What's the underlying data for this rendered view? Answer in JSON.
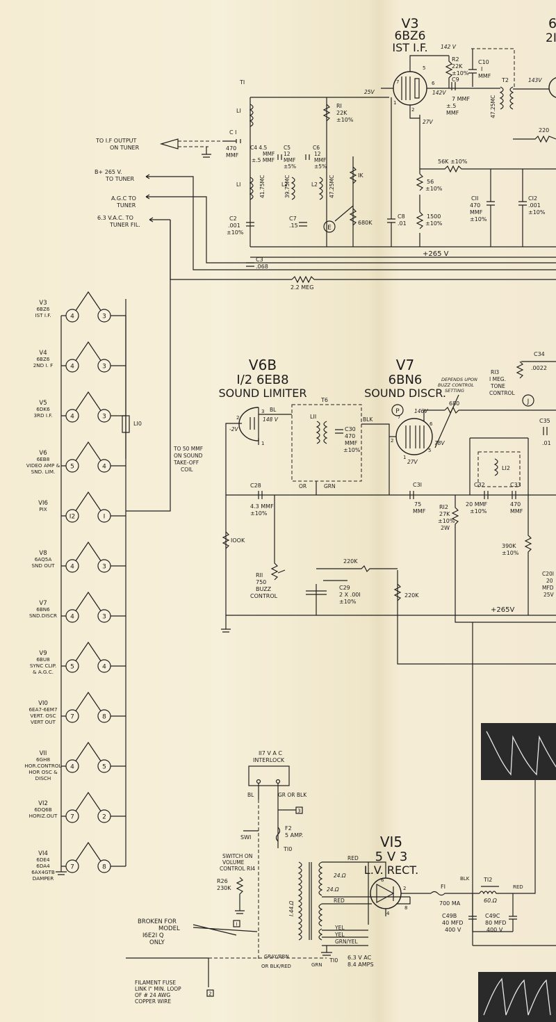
{
  "tubes": {
    "v3": {
      "ref": "V3",
      "type": "6BZ6",
      "func": "IST I.F."
    },
    "v4_partial": {
      "ref": "6",
      "type": "2I"
    },
    "v6b": {
      "ref": "V6B",
      "type": "I/2 6EB8",
      "func": "SOUND LIMITER"
    },
    "v7": {
      "ref": "V7",
      "type": "6BN6",
      "func": "SOUND DISCR."
    },
    "v15": {
      "ref": "VI5",
      "type": "5 V 3",
      "func": "L.V. RECT."
    }
  },
  "if_section": {
    "tuner_labels": [
      "TO I.F OUTPUT",
      "ON TUNER",
      "B+ 265 V.",
      "TO TUNER",
      "A.G.C TO",
      "TUNER",
      "6.3 V.A.C. TO",
      "TUNER FIL."
    ],
    "t1": "TI",
    "l1": "LI",
    "c1": [
      "C I",
      "470",
      "MMF"
    ],
    "c4": [
      "C4  4.5",
      "MMF",
      "±.5 MMF"
    ],
    "c5": [
      "C5",
      "12",
      "MMF",
      "±5%"
    ],
    "c6": [
      "C6",
      "12",
      "MMF",
      "±5%"
    ],
    "r1": [
      "RI",
      "22K",
      "±10%"
    ],
    "freq1": "41.75MC",
    "freq2": "39.75MC",
    "freq3": "47.25MC",
    "l2a": "L2",
    "l2b": "L2",
    "c2": [
      "C2",
      ".001",
      "±10%"
    ],
    "c7": [
      "C7",
      ".15"
    ],
    "e_node": "E",
    "r1k": "IK",
    "r680k": "680K",
    "c8": [
      "C8",
      ".01"
    ],
    "r1500": [
      "1500",
      "±10%"
    ],
    "r56": [
      "56",
      "±10%"
    ],
    "r56k": "56K ±10%",
    "c3": [
      "C3",
      ".068"
    ],
    "r22meg": "2.2 MEG",
    "b265": "+265 V",
    "r2": [
      "R2",
      "22K",
      "±10%"
    ],
    "v142a": "142 V",
    "v142b": "142V",
    "v25": "25V",
    "v27": "27V",
    "c9": [
      "C9",
      "7 MMF",
      "±.5",
      "MMF"
    ],
    "c10": [
      "C10",
      "I",
      "MMF"
    ],
    "freq4": "47.25MC",
    "t2": "T2",
    "v143": "143V",
    "r220": "220",
    "c11": [
      "CII",
      "470",
      "MMF",
      "±10%"
    ],
    "c12": [
      "CI2",
      ".001",
      "±10%"
    ]
  },
  "sound_section": {
    "v_148": "148 V",
    "v_neg2": "-2V",
    "bl": "BL",
    "blk": "BLK",
    "t6": "T6",
    "l11": "LII",
    "c30": [
      "C30",
      "470",
      "MMF",
      "±10%"
    ],
    "or": "OR",
    "grn": "GRN",
    "c28": [
      "C28",
      "4.3 MMF",
      "±10%"
    ],
    "r100k": "IOOK",
    "r11": [
      "RII",
      "750",
      "BUZZ",
      "CONTROL"
    ],
    "r220k_a": "220K",
    "r220k_b": "220K",
    "c29": [
      "C29",
      "2 X .00I",
      "±10%"
    ],
    "p_node": "P",
    "v146": "146V",
    "r680": "680",
    "v78": "78V",
    "v27": "27V",
    "c31": [
      "C3I",
      "75",
      "MMF"
    ],
    "r12": [
      "RI2",
      "27K",
      "±10%",
      "2W"
    ],
    "note": [
      "DEPENDS UPON",
      "BUZZ CONTROL",
      "SETTING"
    ],
    "r13": [
      "RI3",
      "I MEG.",
      "TONE",
      "CONTROL"
    ],
    "c34": [
      "C34",
      ".0022"
    ],
    "j_node": "J",
    "c35": [
      "C35",
      ".01"
    ],
    "l12": "LI2",
    "c32": [
      "C32",
      "20 MMF",
      "±10%"
    ],
    "c33": [
      "C33",
      "470",
      "MMF"
    ],
    "r390k": [
      "390K",
      "±10%"
    ],
    "c20": [
      "C20I",
      "20",
      "MFD",
      "25V"
    ],
    "b265": "+265V"
  },
  "filament_string": {
    "tubes": [
      {
        "ref": "V3",
        "type": "6BZ6",
        "func": "IST I.F.",
        "pins": [
          "4",
          "3"
        ]
      },
      {
        "ref": "V4",
        "type": "6BZ6",
        "func": "2ND I. F",
        "pins": [
          "4",
          "3"
        ]
      },
      {
        "ref": "V5",
        "type": "6DK6",
        "func": "3RD I.F.",
        "pins": [
          "4",
          "3"
        ]
      },
      {
        "ref": "V6",
        "type": "6EB8",
        "func": "VIDEO AMP & SND. LIM.",
        "pins": [
          "5",
          "4"
        ]
      },
      {
        "ref": "VI6",
        "type": "PIX",
        "func": "",
        "pins": [
          "I2",
          "I"
        ]
      },
      {
        "ref": "V8",
        "type": "6AQ5A",
        "func": "SND OUT",
        "pins": [
          "4",
          "3"
        ]
      },
      {
        "ref": "V7",
        "type": "6BN6",
        "func": "SND.DISCR",
        "pins": [
          "4",
          "3"
        ]
      },
      {
        "ref": "V9",
        "type": "6BU8",
        "func": "SYNC CLIP. & A.G.C.",
        "pins": [
          "5",
          "4"
        ]
      },
      {
        "ref": "VI0",
        "type": "6EA7-6EM7",
        "func": "VERT. OSC VERT OUT",
        "pins": [
          "7",
          "8"
        ]
      },
      {
        "ref": "VII",
        "type": "6GH8",
        "func": "HOR.CONTROL HOR OSC & DISCH",
        "pins": [
          "4",
          "5"
        ]
      },
      {
        "ref": "VI2",
        "type": "6DQ6B",
        "func": "HORIZ.OUT",
        "pins": [
          "7",
          "2"
        ]
      },
      {
        "ref": "VI4",
        "type": "6DE4",
        "func": "6DA4 6AX4GTB DAMPER",
        "pins": [
          "7",
          "8"
        ]
      }
    ],
    "l10": "LI0",
    "sound_coil_note": [
      "TO 50 MMF",
      "ON SOUND",
      "TAKE-OFF",
      "COIL"
    ]
  },
  "power_section": {
    "interlock": [
      "II7 V A C",
      "INTERLOCK"
    ],
    "bl": "BL",
    "gr_or_blk": "GR OR BLK",
    "node3": "3",
    "f2": [
      "F2",
      "5 AMP."
    ],
    "sw1": "SWI",
    "switch_note": [
      "SWITCH ON",
      "VOLUME",
      "CONTROL RI4"
    ],
    "t10": "TI0",
    "r26": [
      "R26",
      "230K"
    ],
    "broken_note": [
      "BROKEN FOR",
      "MODEL",
      "I6E2I Q",
      "ONLY"
    ],
    "node1": "I",
    "node2": "2",
    "gray_brn": "GRAY/BRN",
    "or_blk_red": "OR BLK/RED",
    "grn": "GRN",
    "red": "RED",
    "red2": "RED",
    "yel": "YEL",
    "yel2": "YEL",
    "grn_yel": "GRN/YEL",
    "ohm24a": "24.Ω",
    "ohm24b": "24.Ω",
    "ohm144": "I.44.Ω",
    "t10_spec": [
      "TI0",
      "6.3 V AC",
      "8.4 AMPS"
    ],
    "fuse_note": [
      "FILAMENT FUSE",
      "LINK  I\" MIN. LOOP",
      "OF # 24 AWG",
      "COPPER WIRE"
    ],
    "f1": [
      "FI",
      "700 MA"
    ],
    "blk": "BLK",
    "t12": [
      "TI2",
      "60.Ω"
    ],
    "red3": "RED",
    "c49b": [
      "C49B",
      "40 MFD",
      "400 V"
    ],
    "c49c": [
      "C49C",
      "80 MFD",
      "400 V"
    ],
    "pin6": "6",
    "pin2": "2",
    "pin4": "4",
    "pin8": "8"
  }
}
